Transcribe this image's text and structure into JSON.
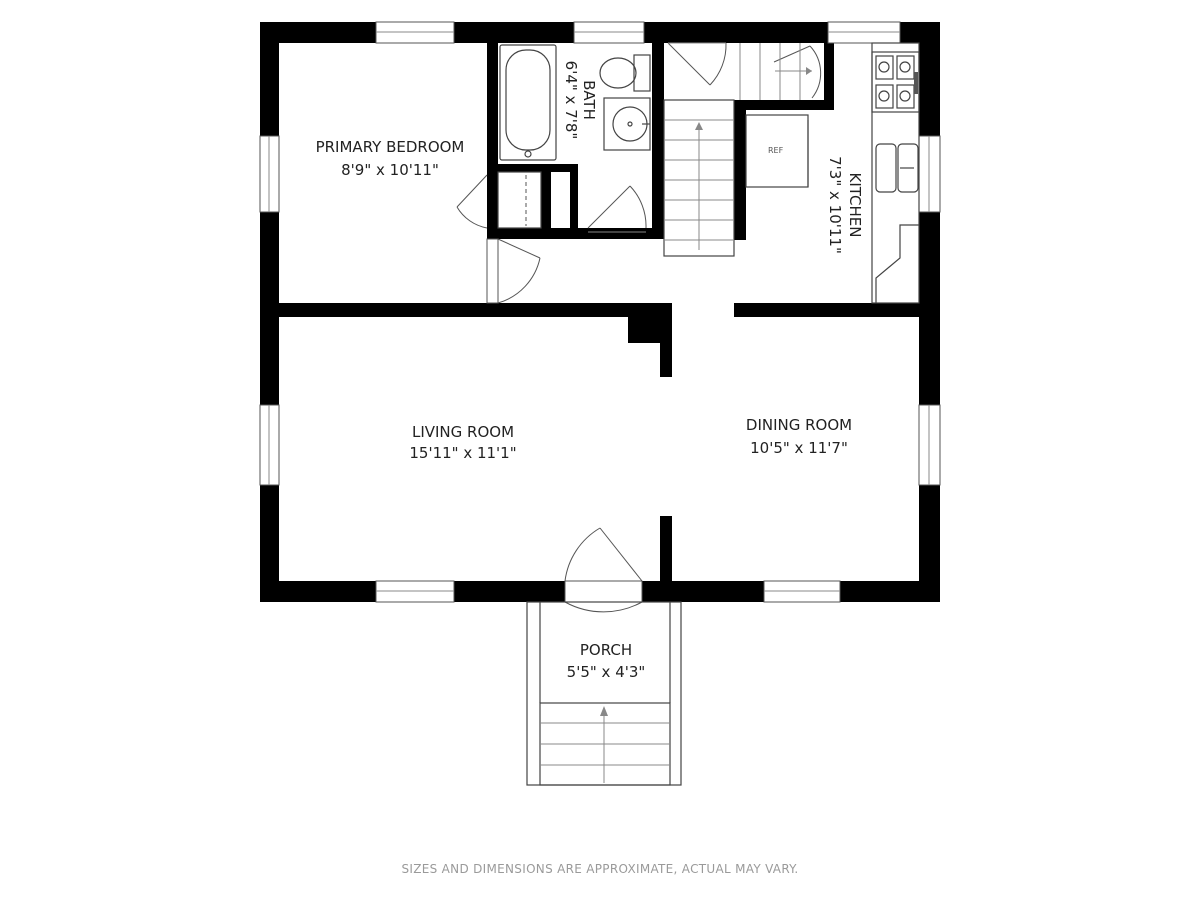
{
  "rooms": {
    "primary_bedroom": {
      "name": "PRIMARY BEDROOM",
      "dims": "8'9\" x 10'11\""
    },
    "bath": {
      "name": "BATH",
      "dims": "6'4\" x 7'8\""
    },
    "kitchen": {
      "name": "KITCHEN",
      "dims": "7'3\" x 10'11\""
    },
    "living_room": {
      "name": "LIVING ROOM",
      "dims": "15'11\" x 11'1\""
    },
    "dining_room": {
      "name": "DINING ROOM",
      "dims": "10'5\" x 11'7\""
    },
    "porch": {
      "name": "PORCH",
      "dims": "5'5\" x 4'3\""
    }
  },
  "fixtures": {
    "refrigerator": "REF"
  },
  "icons": [
    "stairs-arrow-icon",
    "toilet-icon",
    "sink-icon",
    "bathtub-icon",
    "stove-icon",
    "double-sink-icon"
  ],
  "disclaimer": "SIZES AND DIMENSIONS ARE APPROXIMATE, ACTUAL MAY VARY."
}
